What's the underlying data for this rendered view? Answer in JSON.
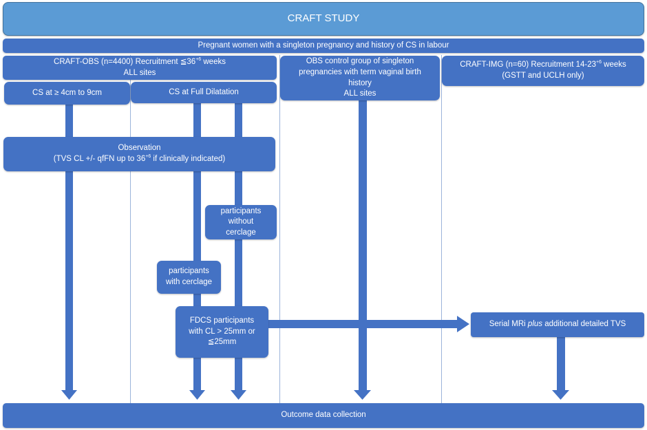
{
  "title": "CRAFT STUDY",
  "population": "Pregnant women with a singleton pregnancy and history of CS in labour",
  "craft_obs": {
    "line1_pre": "CRAFT-OBS  (n=4400) Recruitment ≦36",
    "line1_sup": "+6",
    "line1_post": " weeks",
    "line2": "ALL sites"
  },
  "cs_4_9": "CS at ≥ 4cm to 9cm",
  "cs_full": "CS at Full Dilatation",
  "obs_control": [
    "OBS control group of singleton",
    "pregnancies with term vaginal birth",
    "history",
    "ALL sites"
  ],
  "craft_img": {
    "line1_pre": "CRAFT-IMG  (n=60) Recruitment 14-23",
    "line1_sup": "+6",
    "line1_post": " weeks",
    "line2": "(GSTT and UCLH only)"
  },
  "observation": {
    "line1": "Observation",
    "line2_pre": "(TVS CL +/- qfFN up to 36",
    "line2_sup": "+6",
    "line2_post": " if clinically indicated)"
  },
  "without_cerclage": [
    "participants",
    "without",
    "cerclage"
  ],
  "with_cerclage": [
    "participants",
    "with cerclage"
  ],
  "fdcs": [
    "FDCS participants",
    "with CL > 25mm or",
    "≦25mm"
  ],
  "serial_mri": {
    "pre": "Serial MRi ",
    "italic": "plus",
    "post": " additional detailed TVS"
  },
  "outcome": "Outcome data collection",
  "colors": {
    "box": "#4472c4",
    "title": "#5b9bd5",
    "arrow": "#4472c4",
    "guide": "#9bb3da"
  }
}
